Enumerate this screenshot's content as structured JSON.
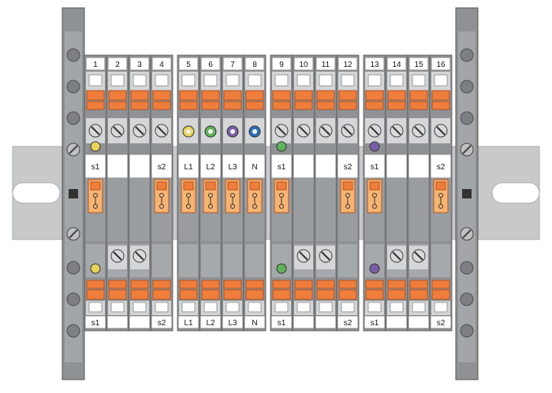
{
  "top_numbers": [
    "1",
    "2",
    "3",
    "4",
    "5",
    "6",
    "7",
    "8",
    "9",
    "10",
    "11",
    "12",
    "13",
    "14",
    "15",
    "16"
  ],
  "mid_labels": [
    "s1",
    "",
    "",
    "s2",
    "L1",
    "L2",
    "L3",
    "N",
    "s1",
    "",
    "",
    "s2",
    "s1",
    "",
    "",
    "s2"
  ],
  "bottom_labels": [
    "s1",
    "",
    "",
    "s2",
    "L1",
    "L2",
    "L3",
    "N",
    "s1",
    "",
    "",
    "s2",
    "s1",
    "",
    "",
    "s2"
  ],
  "colors": {
    "housing": "#8f9294",
    "housing_dark": "#6f7274",
    "terminal_light": "#d4d6d7",
    "orange": "#ef7d3c",
    "orange_light": "#f6b472",
    "din_rail": "#c7c9cb",
    "yellow": "#e8d35a",
    "green": "#5fb35a",
    "purple": "#7b5fa6",
    "blue": "#2f6fb8"
  },
  "top_connector_colors": [
    "",
    "",
    "",
    "",
    "yellow",
    "green",
    "purple",
    "blue",
    "",
    "",
    "",
    "",
    "",
    "",
    "",
    ""
  ],
  "top_marker_colors": [
    "yellow",
    "",
    "",
    "",
    "",
    "",
    "",
    "",
    "green",
    "",
    "",
    "",
    "purple",
    "",
    "",
    ""
  ],
  "bottom_marker_colors": [
    "yellow",
    "",
    "",
    "",
    "",
    "",
    "",
    "",
    "green",
    "",
    "",
    "",
    "purple",
    "",
    "",
    ""
  ],
  "screw_bottom_cols": [
    2,
    3,
    10,
    11,
    14,
    15
  ],
  "test_plug_cols": [
    1,
    4,
    5,
    6,
    7,
    8,
    9,
    12,
    13,
    16
  ],
  "bottom_wide_cols": [
    2,
    3,
    10,
    11,
    14,
    15
  ]
}
